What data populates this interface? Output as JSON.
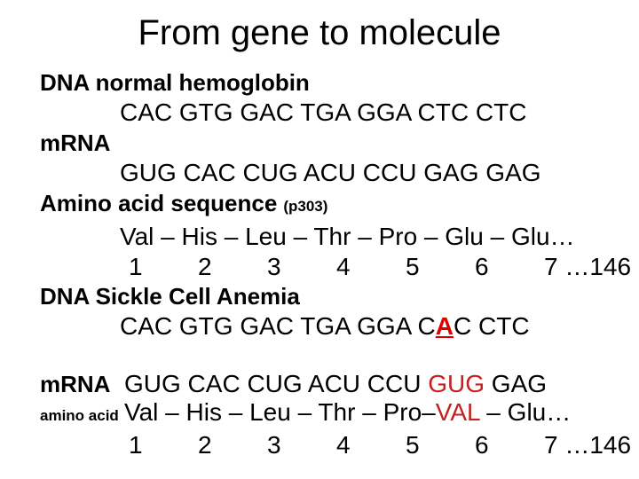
{
  "colors": {
    "background": "#ffffff",
    "text": "#000000",
    "dna_mutation_red": "#e00000",
    "rna_mutation_red": "#c42020"
  },
  "title": "From gene to molecule",
  "normal": {
    "dna_heading": "DNA normal hemoglobin",
    "dna_codons": "CAC GTG GAC TGA GGA CTC CTC",
    "mrna_heading": "mRNA",
    "mrna_codons": "GUG CAC CUG ACU CCU GAG GAG",
    "amino_heading": "Amino acid sequence",
    "amino_ref": "(p303)",
    "amino_chain": "Val – His – Leu – Thr – Pro – Glu – Glu…",
    "positions": [
      "1",
      "2",
      "3",
      "4",
      "5",
      "6",
      "7 …146"
    ]
  },
  "sickle": {
    "dna_heading": "DNA Sickle Cell Anemia",
    "dna_codons_pre": "CAC GTG GAC TGA GGA C",
    "dna_mutated_base": "A",
    "dna_codons_post": "C CTC",
    "mrna_label": "mRNA",
    "mrna_codons_pre": "GUG CAC CUG ACU CCU ",
    "mrna_mutated_codon": "GUG",
    "mrna_codons_post": " GAG",
    "amino_label": "amino acid",
    "amino_chain_pre": "Val – His – Leu – Thr – Pro–",
    "amino_mutated": "VAL",
    "amino_chain_post": " – Glu…",
    "positions": [
      "1",
      "2",
      "3",
      "4",
      "5",
      "6",
      "7 …146"
    ]
  }
}
